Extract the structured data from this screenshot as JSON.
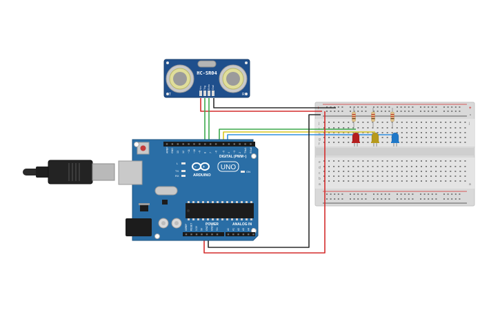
{
  "sensor": {
    "model": "HC-SR04",
    "pins": [
      "Vcc",
      "Trig",
      "Echo",
      "Gnd"
    ],
    "corner_left": "T",
    "corner_right": "R"
  },
  "arduino": {
    "brand": "ARDUINO",
    "model": "UNO",
    "digital_header": "DIGITAL (PWM~)",
    "power_header": "POWER",
    "analog_header": "ANALOG IN",
    "on_label": "ON",
    "led_labels": [
      "L",
      "TX",
      "RX"
    ],
    "digital_pins": [
      "AREF",
      "GND",
      "13",
      "12",
      "~11",
      "~10",
      "~9",
      "8",
      "7",
      "~6",
      "~5",
      "4",
      "~3",
      "2",
      "TX▸1",
      "RX◂0"
    ],
    "power_pins": [
      "IOREF",
      "RESET",
      "3.3V",
      "5V",
      "GND",
      "GND",
      "Vin"
    ],
    "analog_pins": [
      "A0",
      "A1",
      "A2",
      "A3",
      "A4",
      "A5"
    ]
  },
  "breadboard": {
    "row_letters_top": [
      "j",
      "i",
      "h",
      "g",
      "f"
    ],
    "row_letters_bottom": [
      "e",
      "d",
      "c",
      "b",
      "a"
    ],
    "rail_plus": "+",
    "rail_minus": "-"
  },
  "leds": [
    {
      "color": "red",
      "fill": "#b51e1e"
    },
    {
      "color": "yellow",
      "fill": "#b79a1b"
    },
    {
      "color": "blue",
      "fill": "#1f78c8"
    }
  ],
  "wire_colors": {
    "red": "#d42a2a",
    "black": "#2b2b2b",
    "green": "#3ba84b",
    "yellow": "#d8c51e",
    "blue": "#2f8fe0"
  },
  "colors": {
    "board": "#2a6ea6",
    "sensor": "#1f4f8c"
  }
}
